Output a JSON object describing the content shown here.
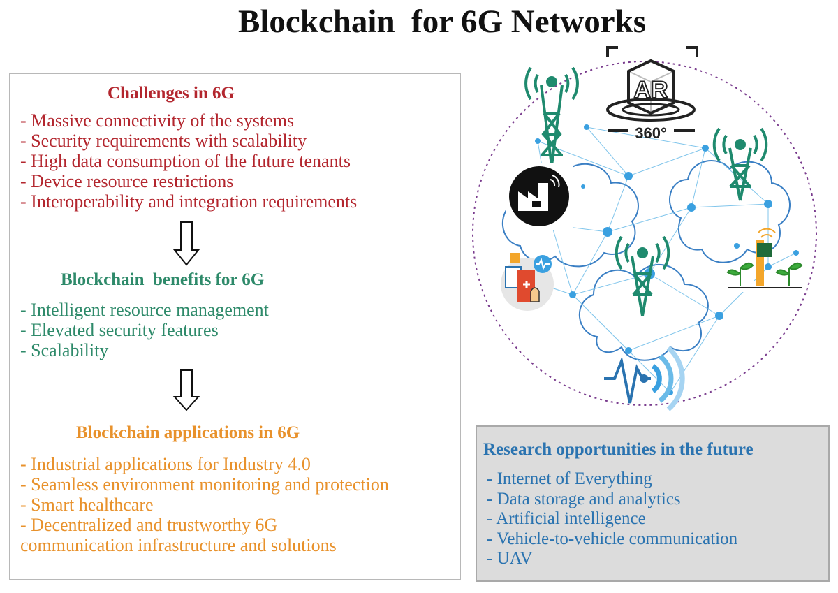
{
  "title": "Blockchain  for 6G Networks",
  "challenges": {
    "heading": "Challenges in 6G",
    "items": [
      "- Massive connectivity of the systems",
      "- Security requirements with scalability",
      "- High data consumption of the future tenants",
      "- Device resource restrictions",
      "- Interoperability and integration requirements"
    ]
  },
  "benefits": {
    "heading": "Blockchain  benefits for 6G",
    "items": [
      "-  Intelligent resource management",
      "-  Elevated security features",
      "-  Scalability"
    ]
  },
  "applications": {
    "heading": "Blockchain applications in 6G",
    "items": [
      "- Industrial applications for Industry 4.0",
      "-  Seamless environment monitoring and protection",
      "-  Smart healthcare",
      "-  Decentralized  and  trustworthy  6G",
      "communication infrastructure and solutions"
    ]
  },
  "research": {
    "heading": "Research opportunities in the future",
    "items": [
      "- Internet of Everything",
      "- Data storage and analytics",
      "- Artificial intelligence",
      "- Vehicle-to-vehicle communication",
      "- UAV"
    ]
  },
  "illustration": {
    "ar_label": "AR",
    "degree_label": "360°"
  },
  "colors": {
    "challenges": "#b3262e",
    "benefits": "#2e8a6a",
    "applications": "#e8912b",
    "research": "#2a73b0",
    "tower": "#1f8a6e",
    "network": "#3aa0e0"
  }
}
